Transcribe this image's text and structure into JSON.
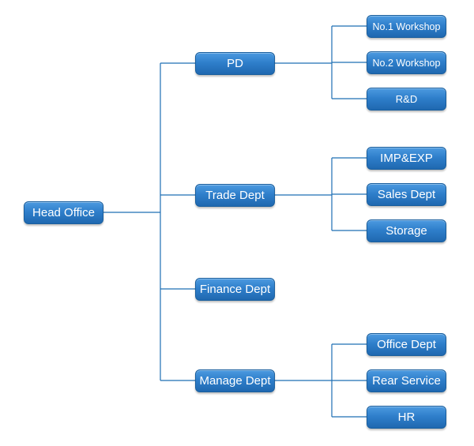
{
  "org_chart": {
    "root": {
      "label": "Head Office"
    },
    "departments": [
      {
        "label": "PD",
        "units": [
          {
            "label": "No.1 Workshop"
          },
          {
            "label": "No.2 Workshop"
          },
          {
            "label": "R&D"
          }
        ]
      },
      {
        "label": "Trade Dept",
        "units": [
          {
            "label": "IMP&EXP"
          },
          {
            "label": "Sales Dept"
          },
          {
            "label": "Storage"
          }
        ]
      },
      {
        "label": "Finance Dept",
        "units": []
      },
      {
        "label": "Manage Dept",
        "units": [
          {
            "label": "Office Dept"
          },
          {
            "label": "Rear Service"
          },
          {
            "label": "HR"
          }
        ]
      }
    ],
    "colors": {
      "node_fill": "#2f7fcb",
      "connector": "#1f6fb5",
      "text": "#ffffff"
    }
  }
}
